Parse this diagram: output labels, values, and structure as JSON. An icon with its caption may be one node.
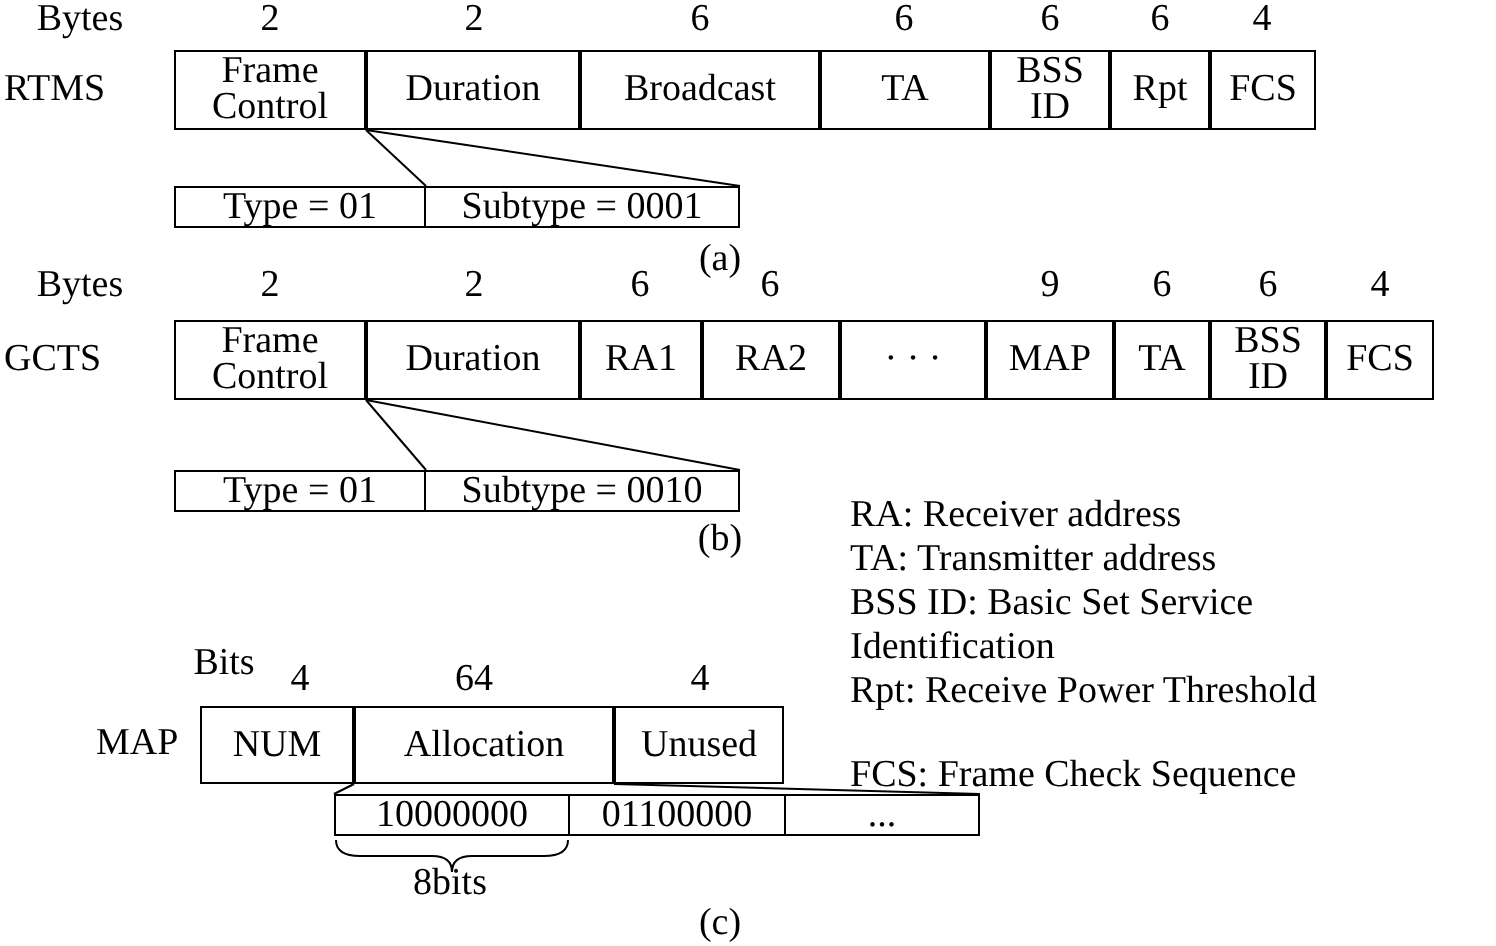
{
  "diagram": {
    "nodes": [
      {
        "text": [
          "Frame Control"
        ]
      },
      {
        "text": [
          "Duration"
        ]
      },
      {
        "text": [
          "Broadcast"
        ]
      },
      {
        "text": [
          "TA"
        ]
      },
      {
        "text": [
          "BSS ID"
        ]
      },
      {
        "text": [
          "Rpt"
        ]
      },
      {
        "text": [
          "FCS"
        ]
      },
      {
        "text": [
          "Type = 01"
        ]
      },
      {
        "text": [
          "Subtype = 0001"
        ]
      },
      {
        "text": [
          "Frame Control"
        ]
      },
      {
        "text": [
          "Duration"
        ]
      },
      {
        "text": [
          "RA1"
        ]
      },
      {
        "text": [
          "RA2"
        ]
      },
      {
        "text": [
          "· · ·"
        ]
      },
      {
        "text": [
          "MAP"
        ]
      },
      {
        "text": [
          "TA"
        ]
      },
      {
        "text": [
          "BSS ID"
        ]
      },
      {
        "text": [
          "FCS"
        ]
      },
      {
        "text": [
          "Type = 01"
        ]
      },
      {
        "text": [
          "Subtype = 0010"
        ]
      },
      {
        "text": [
          "NUM"
        ]
      },
      {
        "text": [
          "Allocation"
        ]
      },
      {
        "text": [
          "Unused"
        ]
      },
      {
        "text": [
          "10000000"
        ]
      },
      {
        "text": [
          "01100000"
        ]
      },
      {
        "text": [
          "..."
        ]
      }
    ],
    "edges": [
      {
        "from": 0,
        "to": 7,
        "arrow": "none"
      },
      {
        "from": 0,
        "to": 8,
        "arrow": "none"
      },
      {
        "from": 9,
        "to": 18,
        "arrow": "none"
      },
      {
        "from": 9,
        "to": 19,
        "arrow": "none"
      },
      {
        "from": 21,
        "to": 23,
        "arrow": "none"
      },
      {
        "from": 21,
        "to": 25,
        "arrow": "none"
      }
    ],
    "labels": [
      "Bytes",
      "2",
      "2",
      "6",
      "6",
      "6",
      "6",
      "4",
      "RTMS",
      "(a)",
      "Bytes",
      "2",
      "2",
      "6",
      "6",
      "9",
      "6",
      "6",
      "4",
      "GCTS",
      "(b)",
      "RA: Receiver address",
      "TA: Transmitter address",
      "BSS ID: Basic Set Service Identification",
      "Rpt: Receive Power Threshold",
      "FCS: Frame Check Sequence",
      "Bits",
      "4",
      "64",
      "4",
      "MAP",
      "8bits",
      "(c)"
    ]
  }
}
